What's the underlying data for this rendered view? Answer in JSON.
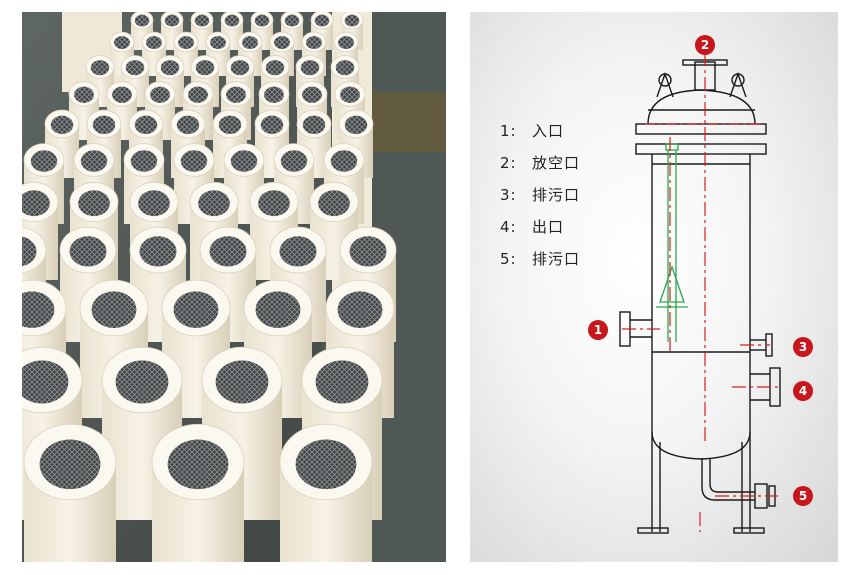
{
  "legend": [
    {
      "num": "1:",
      "label": "入口"
    },
    {
      "num": "2:",
      "label": "放空口"
    },
    {
      "num": "3:",
      "label": "排污口"
    },
    {
      "num": "4:",
      "label": "出口"
    },
    {
      "num": "5:",
      "label": "排污口"
    }
  ],
  "markers": [
    "1",
    "2",
    "3",
    "4",
    "5"
  ],
  "colors": {
    "marker": "#c8171c",
    "centerline": "#d61f1f",
    "element": "#2aa84a",
    "outline": "#1a1a1a"
  },
  "icons": {
    "photo": "filter-cartridges-photo",
    "diagram": "filter-housing-drawing"
  }
}
